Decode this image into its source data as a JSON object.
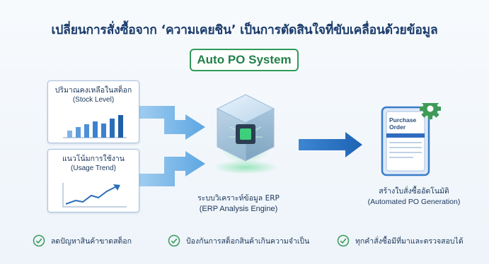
{
  "title": "เปลี่ยนการสั่งซื้อจาก ‘ความเคยชิน’ เป็นการตัดสินใจที่ขับเคลื่อนด้วยข้อมูล",
  "badge": "Auto PO System",
  "inputs": [
    {
      "label_th": "ปริมาณคงเหลือในสต็อก",
      "label_en": "(Stock Level)",
      "icon": "bar-chart-icon"
    },
    {
      "label_th": "แนวโน้มการใช้งาน",
      "label_en": "(Usage Trend)",
      "icon": "line-chart-icon"
    }
  ],
  "engine": {
    "label_th": "ระบบวิเคราะห์ข้อมูล ERP",
    "label_en": "(ERP Analysis Engine)",
    "icon": "glass-cube-chip-icon"
  },
  "output": {
    "document_title": "Purchase Order",
    "label_th": "สร้างใบสั่งซื้ออัตโนมัติ",
    "label_en": "(Automated PO Generation)",
    "icon": "purchase-order-gear-icon"
  },
  "benefits": [
    "ลดปัญหาสินค้าขาดสต็อก",
    "ป้องกันการสต็อกสินค้าเกินความจำเป็น",
    "ทุกคำสั่งซื้อมีที่มาและตรวจสอบได้"
  ],
  "colors": {
    "title": "#1b3c6b",
    "badge_green": "#2f9b58",
    "arrow_blue": "#6bb0e6",
    "chart_blue": "#2a6fb8",
    "check_green": "#3a9a5a"
  }
}
